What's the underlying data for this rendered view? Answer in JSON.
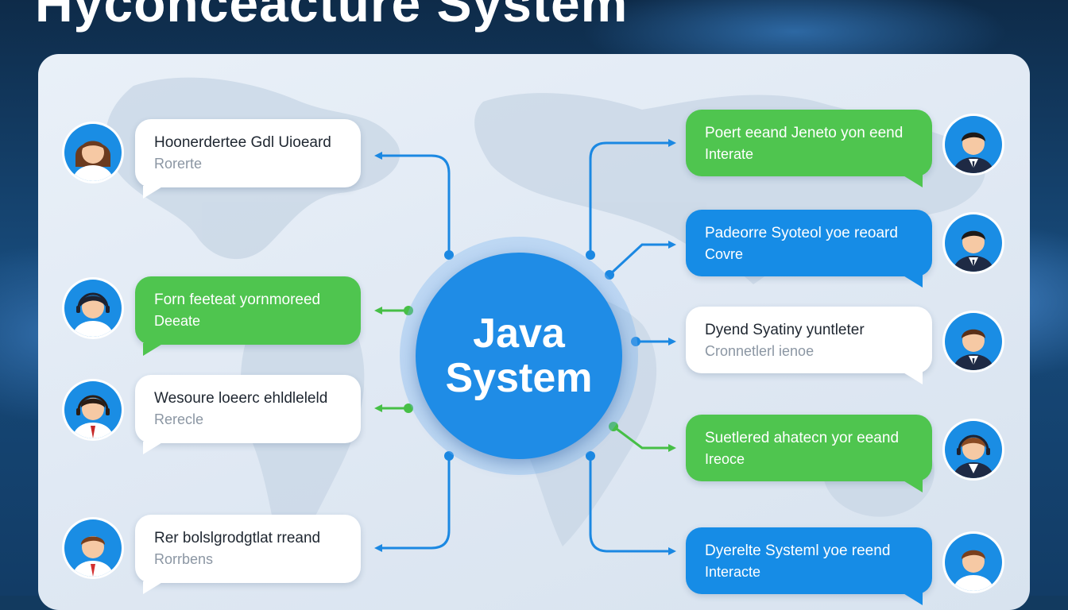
{
  "headline": "Hyconceacture System",
  "hub": {
    "line1": "Java",
    "line2": "System"
  },
  "left_messages": [
    {
      "title": "Hoonerdertee Gdl Uioeard",
      "subtitle": "Rorerte",
      "style": "white"
    },
    {
      "title": "Forn feeteat yornmoreed",
      "subtitle": "Deeate",
      "style": "green"
    },
    {
      "title": "Wesoure loeerc ehldleleld",
      "subtitle": "Rerecle",
      "style": "white"
    },
    {
      "title": "Rer bolslgrodgtlat rreand",
      "subtitle": "Rorrbens",
      "style": "white"
    }
  ],
  "right_messages": [
    {
      "title": "Poert eeand Jeneto yon eend",
      "subtitle": "Interate",
      "style": "green"
    },
    {
      "title": "Padeorre Syoteol yoe reoard",
      "subtitle": "Covre",
      "style": "blue"
    },
    {
      "title": "Dyend Syatiny yuntleter",
      "subtitle": "Cronnetlerl ienoe",
      "style": "white"
    },
    {
      "title": "Suetlered ahatecn yor eeand",
      "subtitle": "Ireoce",
      "style": "green"
    },
    {
      "title": "Dyerelte Systeml yoe reend",
      "subtitle": "Interacte",
      "style": "blue"
    }
  ],
  "colors": {
    "hub": "#1f8ce6",
    "green_bubble": "#4fc54f",
    "blue_bubble": "#168ce6",
    "connector_blue": "#1b88e2",
    "connector_green": "#46bf46"
  },
  "icons": [
    "person-avatar-icon",
    "headset-agent-icon",
    "arrow-icon"
  ]
}
